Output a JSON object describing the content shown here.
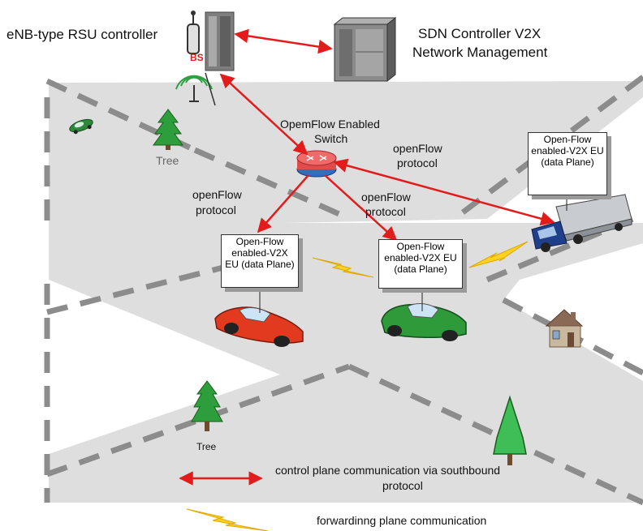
{
  "labels": {
    "rsu_controller": "eNB-type RSU controller",
    "sdn_controller_line1": "SDN Controller V2X",
    "sdn_controller_line2": "Network Management",
    "bs": "BS",
    "switch_line1": "OpemFlow Enabled",
    "switch_line2": "Switch",
    "openflow_right_line1": "openFlow",
    "openflow_right_line2": "protocol",
    "openflow_left_line1": "openFlow",
    "openflow_left_line2": "protocol",
    "openflow_mid_line1": "openFlow",
    "openflow_mid_line2": "protocol",
    "tree_top": "Tree",
    "tree_bottom": "Tree"
  },
  "eu_boxes": {
    "truck": "Open-Flow enabled-V2X EU (data Plane)",
    "red_car": "Open-Flow enabled-V2X EU (data Plane)",
    "green_car": "Open-Flow enabled-V2X EU (data Plane)"
  },
  "legend": {
    "control_line1": "control plane communication via southbound",
    "control_line2": "protocol",
    "forwarding": "forwardinng plane communication"
  },
  "colors": {
    "control_arrow": "#e31b1b",
    "forwarding_bolt": "#ffd21f",
    "road": "#dedede",
    "dash": "#8c8c8c"
  }
}
